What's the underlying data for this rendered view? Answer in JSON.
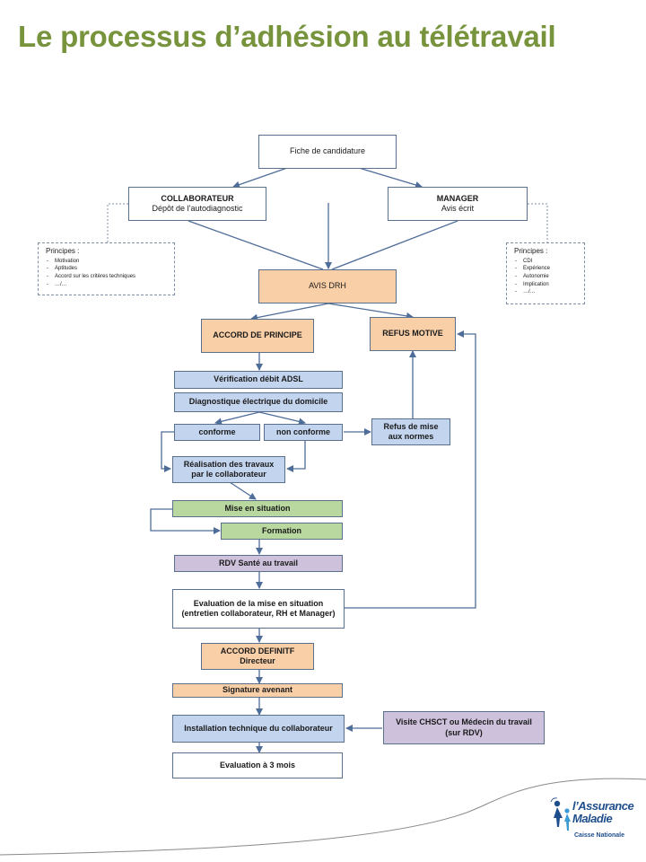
{
  "title": "Le processus d’adhésion au télétravail",
  "boxes": {
    "fiche": "Fiche de candidature",
    "collab_title": "COLLABORATEUR",
    "collab_sub": "Dépôt de l’autodiagnostic",
    "manager_title": "MANAGER",
    "manager_sub": "Avis écrit",
    "avis_drh": "AVIS DRH",
    "accord_principe": "ACCORD DE PRINCIPE",
    "refus_motive": "REFUS MOTIVE",
    "verif_adsl": "Vérification débit ADSL",
    "diag_elec": "Diagnostique électrique du domicile",
    "conforme": "conforme",
    "non_conforme": "non conforme",
    "refus_normes": "Refus de mise aux normes",
    "realisation": "Réalisation des travaux par le collaborateur",
    "mise_situation": "Mise en situation",
    "formation": "Formation",
    "rdv_sante": "RDV Santé au travail",
    "evaluation": "Evaluation de la mise en situation (entretien collaborateur, RH et Manager)",
    "accord_def_title": "ACCORD DEFINITF",
    "accord_def_sub": "Directeur",
    "signature": "Signature avenant",
    "installation": "Installation technique du collaborateur",
    "visite": "Visite CHSCT ou Médecin du travail (sur RDV)",
    "eval3mois": "Evaluation à 3 mois"
  },
  "principes_left": {
    "title": "Principes :",
    "items": [
      "Motivation",
      "Aptitudes",
      "Accord sur les critères techniques",
      "…/…"
    ]
  },
  "principes_right": {
    "title": "Principes :",
    "items": [
      "CDI",
      "Expérience",
      "Autonomie",
      "Implication",
      "…/…"
    ]
  },
  "logo": {
    "line1": "l’Assurance",
    "line2": "Maladie",
    "sub": "Caisse Nationale"
  },
  "colors": {
    "title": "#77933c",
    "peach": "#f9cfa8",
    "blue": "#c3d4ef",
    "green": "#b9d8a0",
    "purple": "#cdc1db",
    "arrow": "#4f6d99"
  }
}
